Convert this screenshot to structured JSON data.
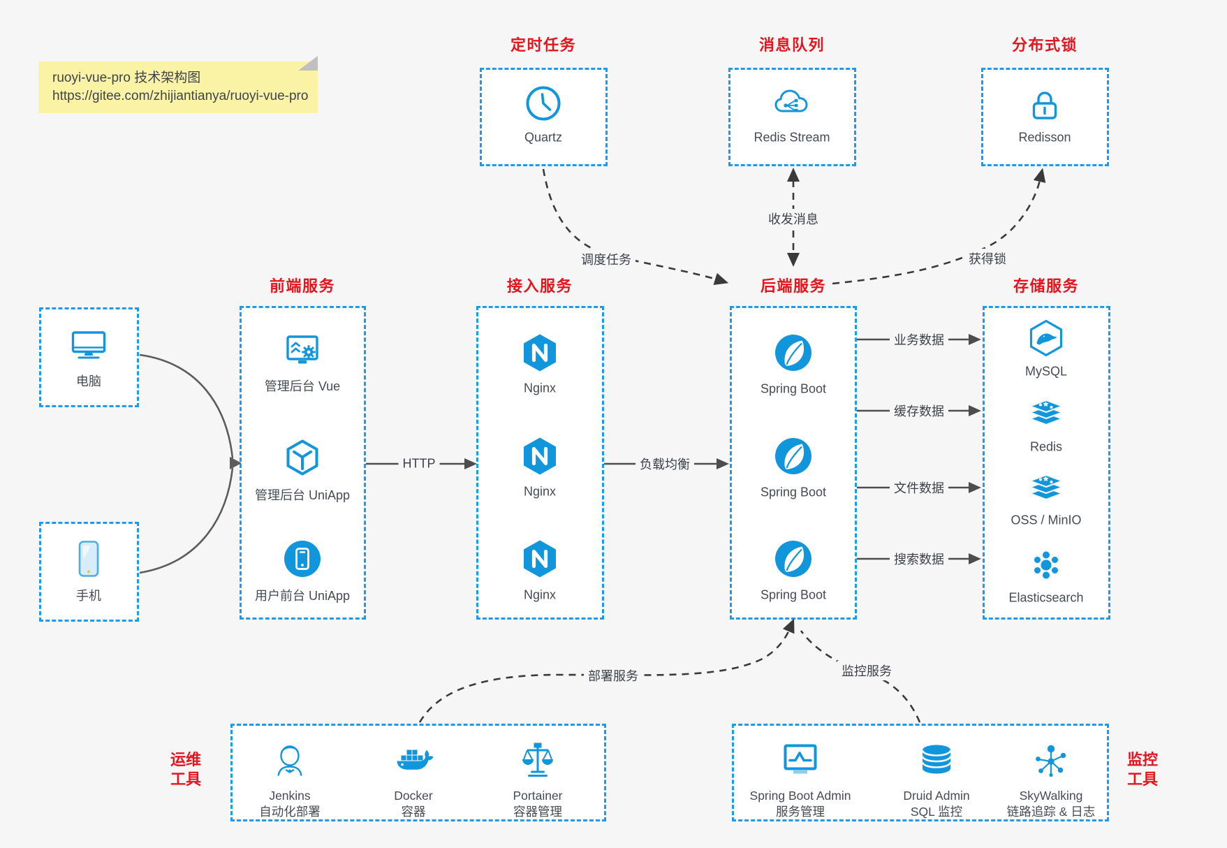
{
  "colors": {
    "blue": "#1296db",
    "border_blue": "#1a9bf0",
    "red": "#e6151d",
    "bg": "#f6f6f7",
    "text": "#454b52",
    "arrow_dark": "#3a3a3a",
    "arrow_solid": "#4d4d4d",
    "note_bg": "#faf3a6"
  },
  "note": {
    "line1": "ruoyi-vue-pro 技术架构图",
    "line2": "https://gitee.com/zhijiantianya/ruoyi-vue-pro"
  },
  "top_services": [
    {
      "title": "定时任务",
      "label": "Quartz",
      "icon": "clock-icon"
    },
    {
      "title": "消息队列",
      "label": "Redis Stream",
      "icon": "cloud-network-icon"
    },
    {
      "title": "分布式锁",
      "label": "Redisson",
      "icon": "lock-icon"
    }
  ],
  "clients": [
    {
      "label": "电脑",
      "icon": "desktop-icon"
    },
    {
      "label": "手机",
      "icon": "phone-icon"
    }
  ],
  "frontend": {
    "title": "前端服务",
    "items": [
      {
        "label": "管理后台 Vue",
        "icon": "admin-screen-gear-icon"
      },
      {
        "label": "管理后台 UniApp",
        "icon": "cube-icon"
      },
      {
        "label": "用户前台 UniApp",
        "icon": "circle-phone-icon"
      }
    ]
  },
  "gateway": {
    "title": "接入服务",
    "items": [
      {
        "label": "Nginx",
        "icon": "nginx-icon"
      },
      {
        "label": "Nginx",
        "icon": "nginx-icon"
      },
      {
        "label": "Nginx",
        "icon": "nginx-icon"
      }
    ]
  },
  "backend": {
    "title": "后端服务",
    "items": [
      {
        "label": "Spring Boot",
        "icon": "spring-icon"
      },
      {
        "label": "Spring Boot",
        "icon": "spring-icon"
      },
      {
        "label": "Spring Boot",
        "icon": "spring-icon"
      }
    ]
  },
  "storage": {
    "title": "存储服务",
    "items": [
      {
        "label": "MySQL",
        "icon": "mysql-icon"
      },
      {
        "label": "Redis",
        "icon": "redis-stack-icon"
      },
      {
        "label": "OSS / MinIO",
        "icon": "redis-stack-icon"
      },
      {
        "label": "Elasticsearch",
        "icon": "elasticsearch-icon"
      }
    ]
  },
  "edges": {
    "schedule": "调度任务",
    "message": "收发消息",
    "lock": "获得锁",
    "http": "HTTP",
    "load_balance": "负载均衡",
    "business_data": "业务数据",
    "cache_data": "缓存数据",
    "file_data": "文件数据",
    "search_data": "搜索数据",
    "deploy": "部署服务",
    "monitor": "监控服务"
  },
  "ops": {
    "side_label_line1": "运维",
    "side_label_line2": "工具",
    "items": [
      {
        "name": "Jenkins",
        "sub": "自动化部署",
        "icon": "jenkins-icon"
      },
      {
        "name": "Docker",
        "sub": "容器",
        "icon": "docker-icon"
      },
      {
        "name": "Portainer",
        "sub": "容器管理",
        "icon": "portainer-icon"
      }
    ]
  },
  "monitoring": {
    "side_label_line1": "监控",
    "side_label_line2": "工具",
    "items": [
      {
        "name": "Spring Boot Admin",
        "sub": "服务管理",
        "icon": "monitor-chart-icon"
      },
      {
        "name": "Druid Admin",
        "sub": "SQL 监控",
        "icon": "database-icon"
      },
      {
        "name": "SkyWalking",
        "sub": "链路追踪 & 日志",
        "icon": "network-hub-icon"
      }
    ]
  }
}
